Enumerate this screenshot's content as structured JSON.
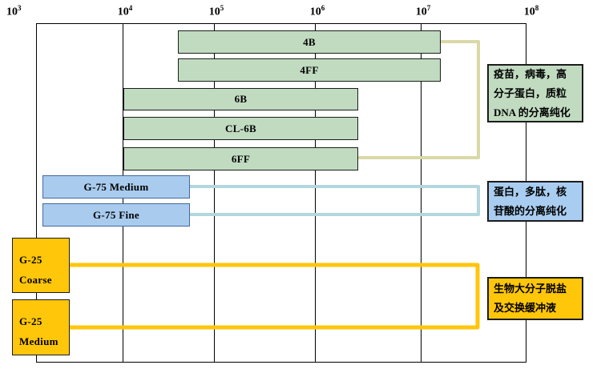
{
  "chart_data": {
    "type": "bar",
    "subtype": "horizontal-range-chart-on-log-axis",
    "x_axis": {
      "scale": "log10",
      "position": "top",
      "min": 1000,
      "max": 100000000,
      "ticks": [
        {
          "base": "10",
          "exp": "3"
        },
        {
          "base": "10",
          "exp": "4"
        },
        {
          "base": "10",
          "exp": "5"
        },
        {
          "base": "10",
          "exp": "6"
        },
        {
          "base": "10",
          "exp": "7"
        },
        {
          "base": "10",
          "exp": "8"
        }
      ]
    },
    "grid": "vertical-lines-each-decade",
    "series": [
      {
        "label": "4B",
        "color": "#c1dbc1",
        "range_approx": [
          40000,
          15000000
        ]
      },
      {
        "label": "4FF",
        "color": "#c1dbc1",
        "range_approx": [
          40000,
          15000000
        ]
      },
      {
        "label": "6B",
        "color": "#c1dbc1",
        "range_approx": [
          10000,
          2700000
        ]
      },
      {
        "label": "CL-6B",
        "color": "#c1dbc1",
        "range_approx": [
          10000,
          2700000
        ]
      },
      {
        "label": "6FF",
        "color": "#c1dbc1",
        "range_approx": [
          10000,
          2700000
        ]
      },
      {
        "label": "G-75 Medium",
        "color": "#a9cbee",
        "range_approx": [
          1200,
          55000
        ]
      },
      {
        "label": "G-75 Fine",
        "color": "#a9cbee",
        "range_approx": [
          1200,
          55000
        ]
      },
      {
        "label": "G-25 Coarse",
        "label_lines": [
          "G-25",
          "Coarse"
        ],
        "color": "#ffc60a",
        "range_approx": [
          600,
          2400
        ]
      },
      {
        "label": "G-25 Medium",
        "label_lines": [
          "G-25",
          "Medium"
        ],
        "color": "#ffc60a",
        "range_approx": [
          600,
          2400
        ]
      }
    ],
    "annotations": [
      {
        "lines": [
          "疫苗，病毒，高",
          "分子蛋白，质粒",
          "DNA 的分离纯化"
        ],
        "linked_series": [
          "4B",
          "4FF",
          "6B",
          "CL-6B",
          "6FF"
        ],
        "fill": "#c1dbc1"
      },
      {
        "lines": [
          "蛋白，多肽，核",
          "苷酸的分离纯化"
        ],
        "linked_series": [
          "G-75 Medium",
          "G-75 Fine"
        ],
        "fill": "#a9cdf0"
      },
      {
        "lines": [
          "生物大分子脱盐",
          "及交换缓冲液"
        ],
        "linked_series": [
          "G-25 Coarse",
          "G-25 Medium"
        ],
        "fill": "#ffc60a"
      }
    ],
    "connectors": [
      {
        "color": "#d9d9a7",
        "joins": [
          "4B",
          "6FF"
        ]
      },
      {
        "color": "#b4d6de",
        "joins": [
          "G-75 Medium",
          "G-75 Fine"
        ]
      },
      {
        "color": "#ffc60a",
        "joins": [
          "G-25 Coarse",
          "G-25 Medium"
        ]
      }
    ]
  },
  "colors": {
    "green_fill": "#c1dbc1",
    "blue_fill": "#a9cbee",
    "blue_border": "#44689e",
    "gold_fill": "#ffc60a",
    "tan_connector": "#d9d9a7",
    "lightblue_connector": "#b4d6de",
    "gold_connector": "#ffc60a",
    "line": "#000000"
  }
}
